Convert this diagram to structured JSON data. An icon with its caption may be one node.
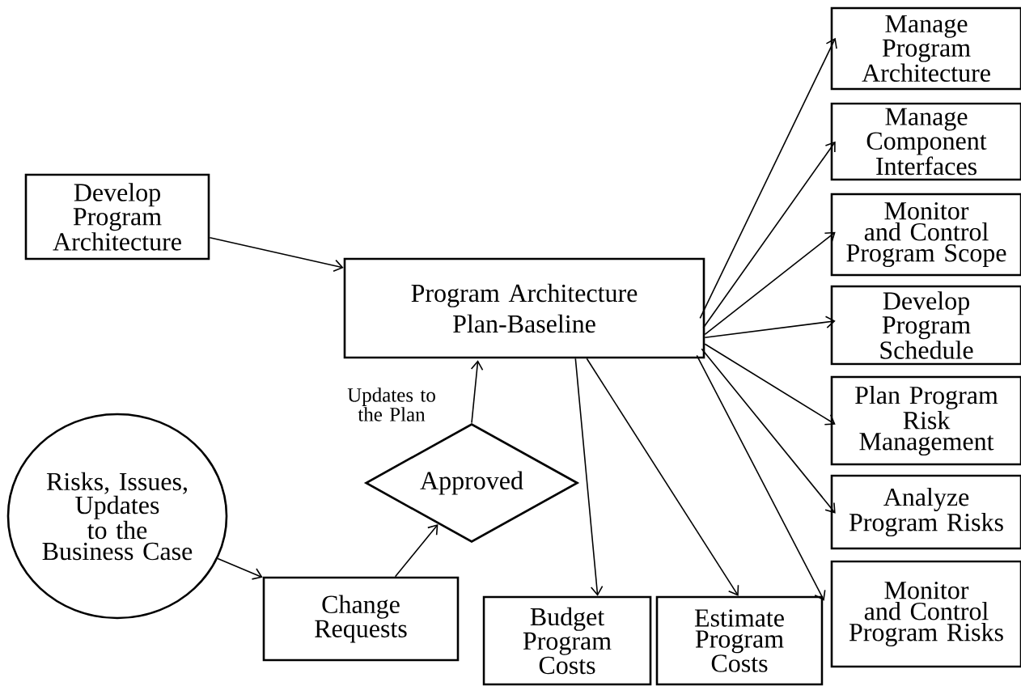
{
  "diagram": {
    "nodes": [
      {
        "text": [
          "Develop Program Architecture"
        ]
      },
      {
        "text": [
          "Program Architecture Plan-Baseline"
        ]
      },
      {
        "text": [
          "Manage Program Architecture"
        ]
      },
      {
        "text": [
          "Manage Component Interfaces"
        ]
      },
      {
        "text": [
          "Monitor and Control Program Scope"
        ]
      },
      {
        "text": [
          "Develop Program Schedule"
        ]
      },
      {
        "text": [
          "Plan Program Risk Management"
        ]
      },
      {
        "text": [
          "Analyze Program Risks"
        ]
      },
      {
        "text": [
          "Monitor and Control Program Risks"
        ]
      },
      {
        "text": [
          "Risks, Issues, Updates to the Business Case"
        ]
      },
      {
        "text": [
          "Change Requests"
        ]
      },
      {
        "text": [
          "Approved"
        ]
      },
      {
        "text": [
          "Budget Program Costs"
        ]
      },
      {
        "text": [
          "Estimate Program Costs"
        ]
      }
    ],
    "edges": [
      {
        "from": 0,
        "to": 1,
        "arrow": "to"
      },
      {
        "from": 1,
        "to": 2,
        "arrow": "to"
      },
      {
        "from": 1,
        "to": 3,
        "arrow": "to"
      },
      {
        "from": 1,
        "to": 4,
        "arrow": "to"
      },
      {
        "from": 1,
        "to": 5,
        "arrow": "to"
      },
      {
        "from": 1,
        "to": 6,
        "arrow": "to"
      },
      {
        "from": 1,
        "to": 7,
        "arrow": "to"
      },
      {
        "from": 1,
        "to": 8,
        "arrow": "to"
      },
      {
        "from": 1,
        "to": 12,
        "arrow": "to"
      },
      {
        "from": 1,
        "to": 13,
        "arrow": "to"
      },
      {
        "from": 9,
        "to": 10,
        "arrow": "to"
      },
      {
        "from": 10,
        "to": 11,
        "arrow": "to"
      },
      {
        "from": 11,
        "to": 1,
        "arrow": "to",
        "label": "Updates to the Plan"
      }
    ]
  }
}
